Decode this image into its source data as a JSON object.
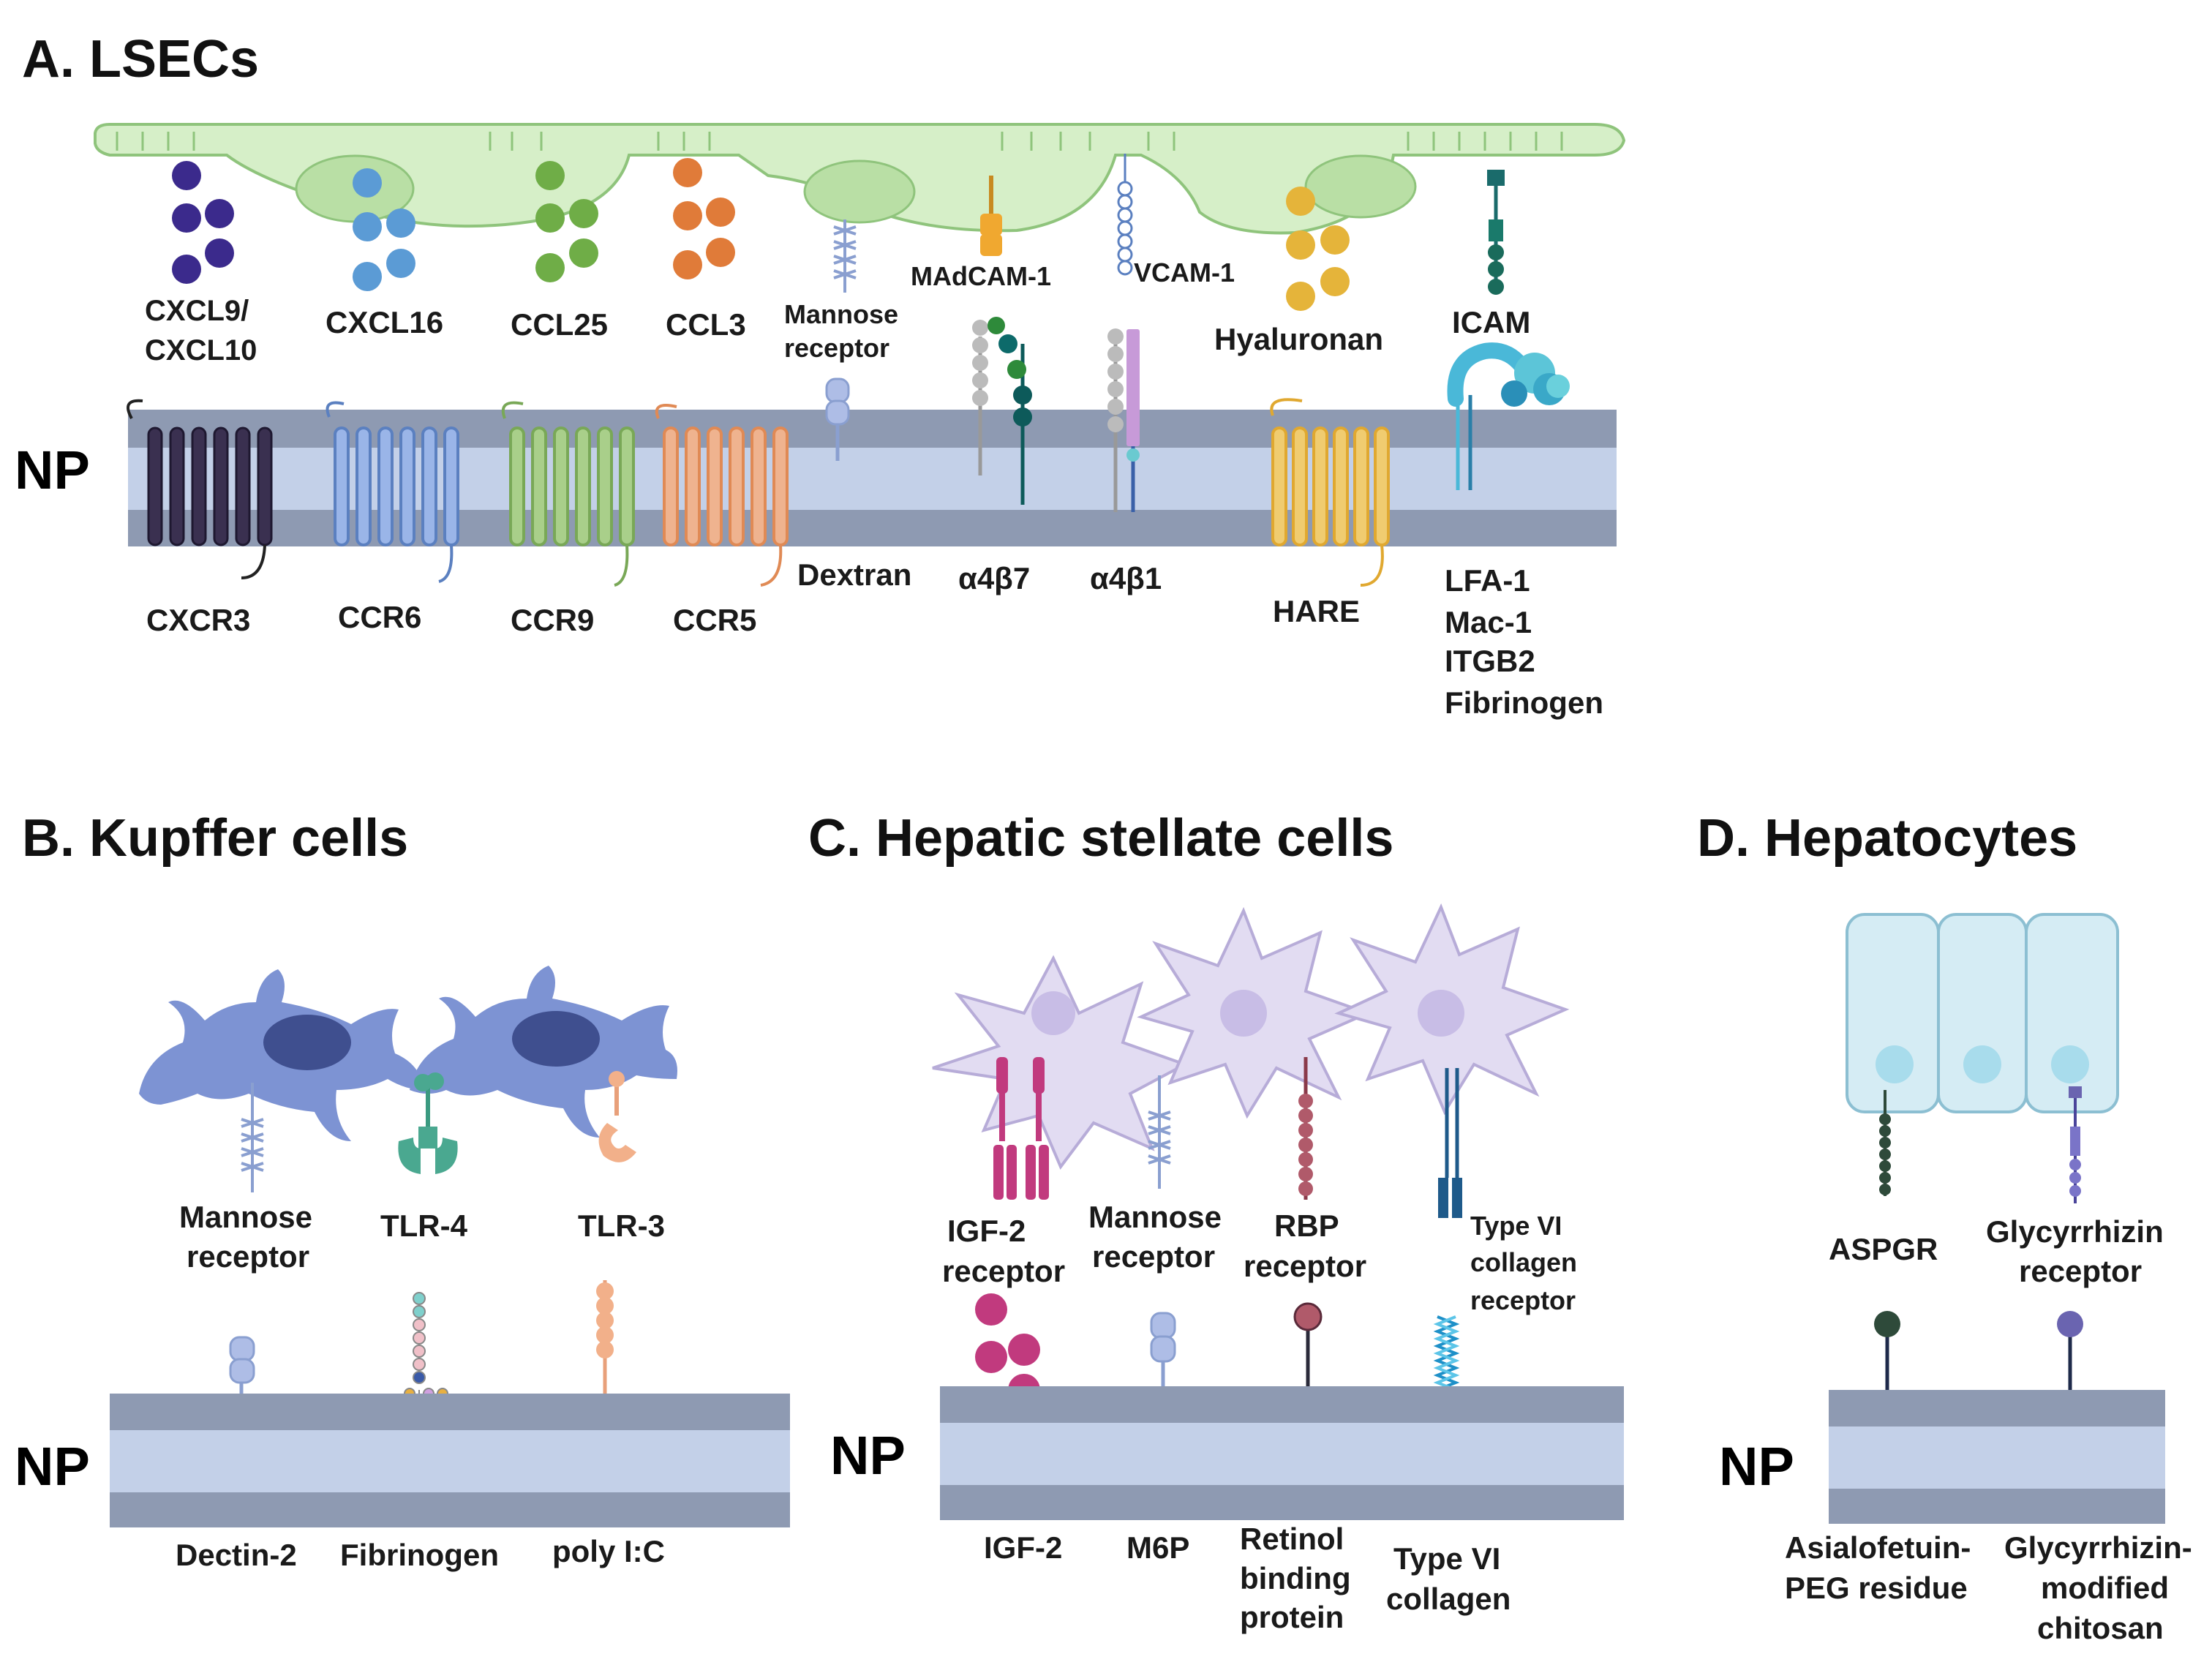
{
  "panels": {
    "a": {
      "title": "A. LSECs",
      "np": "NP",
      "ligands": [
        "CXCL9/",
        "CXCL10",
        "CXCL16",
        "CCL25",
        "CCL3",
        "Mannose",
        "receptor",
        "MAdCAM-1",
        "VCAM-1",
        "Hyaluronan",
        "ICAM"
      ],
      "receptors": [
        "CXCR3",
        "CCR6",
        "CCR9",
        "CCR5",
        "Dextran",
        "α4β7",
        "α4β1",
        "HARE",
        "LFA-1",
        "Mac-1",
        "ITGB2",
        "Fibrinogen"
      ]
    },
    "b": {
      "title": "B. Kupffer cells",
      "np": "NP",
      "cell_receptors": [
        "Mannose",
        "receptor",
        "TLR-4",
        "TLR-3"
      ],
      "np_ligands": [
        "Dectin-2",
        "Fibrinogen",
        "poly I:C"
      ]
    },
    "c": {
      "title": "C. Hepatic stellate cells",
      "np": "NP",
      "cell_receptors": [
        "IGF-2",
        "receptor",
        "Mannose",
        "receptor",
        "RBP",
        "receptor",
        "Type VI",
        "collagen",
        "receptor"
      ],
      "np_ligands": [
        "IGF-2",
        "M6P",
        "Retinol",
        "binding",
        "protein",
        "Type VI",
        "collagen"
      ]
    },
    "d": {
      "title": "D. Hepatocytes",
      "np": "NP",
      "cell_receptors": [
        "ASPGR",
        "Glycyrrhizin",
        "receptor"
      ],
      "np_ligands": [
        "Asialofetuin-",
        "PEG residue",
        "Glycyrrhizin-",
        "modified",
        "chitosan"
      ]
    }
  },
  "colors": {
    "membrane_dark": "#8e9ab2",
    "membrane_light": "#c3d0e8",
    "lsec_fill": "#d6efc8",
    "lsec_stroke": "#8fc47c",
    "cxcl9": "#3b2a8c",
    "cxcl16": "#5b9bd5",
    "ccl25": "#6fad47",
    "ccl3": "#e07b39",
    "mannose": "#8a9fd0",
    "madcam": "#f0a830",
    "hyaluronan": "#e5b43a",
    "icam": "#1a6b6b",
    "cxcr3": "#3a3050",
    "ccr6": "#5b80c0",
    "ccr9": "#79a857",
    "ccr5": "#e08a55",
    "hare": "#e8b84a",
    "lfa1": "#4ab8d8",
    "kupffer": "#7d93d3",
    "kupffer_nucleus": "#3f4f8f",
    "tlr4": "#4aa890",
    "tlr3": "#f2b08a",
    "stellate": "#e2dcf2",
    "stellate_stroke": "#b7acd8",
    "igf2": "#c13a7e",
    "rbp": "#b05a6a",
    "collagen": "#1e5a8a",
    "hepatocyte": "#d5ecf4",
    "hepatocyte_stroke": "#8cbfd2",
    "aspgr": "#2e4a3a",
    "glycyrrhizin": "#6a64b0"
  },
  "icons": [
    "lsec-cell-icon",
    "kupffer-cell-icon",
    "stellate-cell-icon",
    "hepatocyte-cell-icon",
    "gpcr-icon",
    "integrin-icon",
    "sphere-ligand-icon"
  ]
}
